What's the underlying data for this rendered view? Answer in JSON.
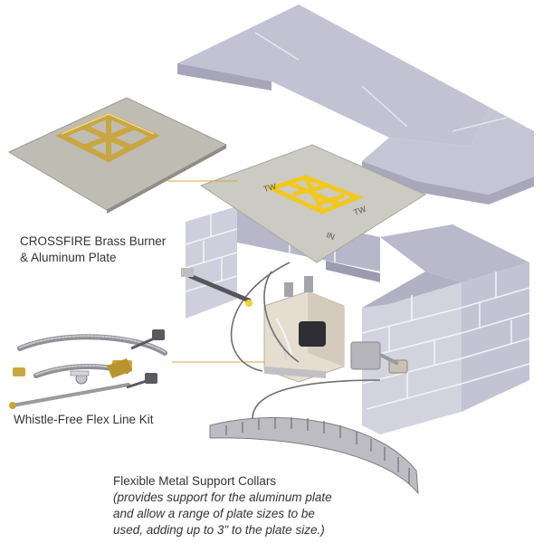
{
  "captions": {
    "burner_line1": "CROSSFIRE Brass Burner",
    "burner_line2": "& Aluminum Plate",
    "flex_kit": "Whistle-Free Flex Line Kit",
    "collars_title": "Flexible Metal Support Collars",
    "collars_note_line1": "(provides support for the aluminum plate",
    "collars_note_line2": "and allow a range of plate sizes to be",
    "collars_note_line3": "used, adding up to 3\" to the plate size.)"
  },
  "plate_marks": {
    "in_label": "IN",
    "tw_label": "TW"
  },
  "colors": {
    "block_face": "#c9c8d6",
    "block_top": "#b5b4c6",
    "block_mortar": "#f4f4f8",
    "plate": "#c8c8c0",
    "brass": "#c9a640",
    "yellow_burner": "#f2c81e",
    "leader_line": "#d9a441",
    "metal": "#9a9aa0"
  },
  "icons": {
    "brass_burner": "brass-burner-icon",
    "burner_on_plate": "yellow-burner-icon",
    "gas_valve_box": "valve-box-icon",
    "flex_hose": "flex-hose-icon",
    "key_valve": "key-valve-icon",
    "support_collar": "support-collar-icon"
  }
}
